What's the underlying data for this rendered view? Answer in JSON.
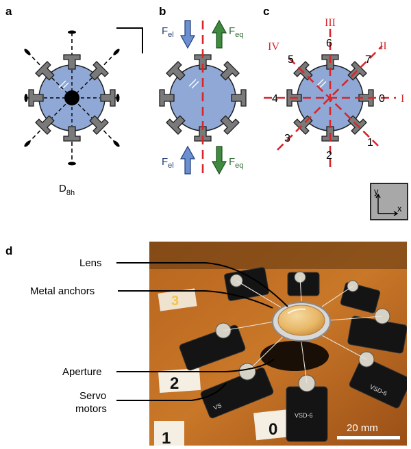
{
  "panels": {
    "a": "a",
    "b": "b",
    "c": "c",
    "d": "d"
  },
  "panel_a": {
    "symmetry_main": "D",
    "symmetry_sub": "8h"
  },
  "panel_b": {
    "f_el_main": "F",
    "f_el_sub": "el",
    "f_eq_main": "F",
    "f_eq_sub": "eq",
    "colors": {
      "f_el": "#3e6fb0",
      "f_eq": "#3f8a3f",
      "axis": "#d8262b"
    }
  },
  "panel_c": {
    "anchor_numbers": [
      "0",
      "1",
      "2",
      "3",
      "4",
      "5",
      "6",
      "7"
    ],
    "axis_labels": [
      "I",
      "II",
      "III",
      "IV"
    ],
    "coord_y": "y",
    "coord_x": "x",
    "axis_color": "#d8262b"
  },
  "panel_d": {
    "labels": {
      "lens": "Lens",
      "anchors": "Metal anchors",
      "aperture": "Aperture",
      "servo_1": "Servo",
      "servo_2": "motors"
    },
    "scalebar": "20 mm",
    "board_tags": [
      "3",
      "2",
      "1",
      "0",
      "VSD-6",
      "VSD-6",
      "VS"
    ]
  }
}
